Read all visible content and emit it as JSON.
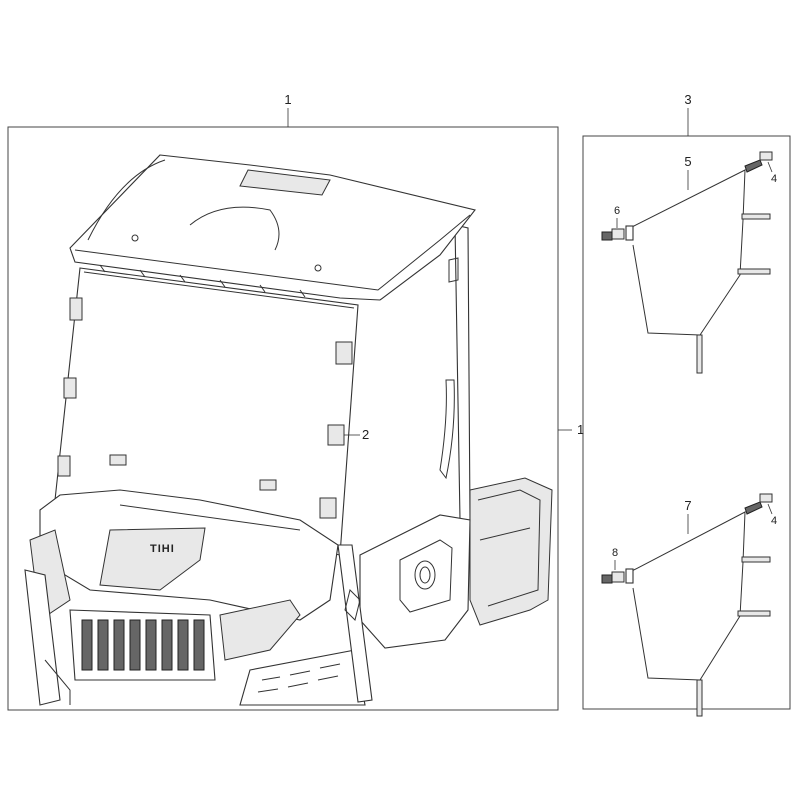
{
  "callouts": {
    "c1_top": "1",
    "c1_side": "1",
    "c2": "2",
    "c3": "3",
    "c4_top": "4",
    "c4_bottom": "4",
    "c5": "5",
    "c6": "6",
    "c7": "7",
    "c8": "8"
  },
  "grille_logo": "TIHI"
}
